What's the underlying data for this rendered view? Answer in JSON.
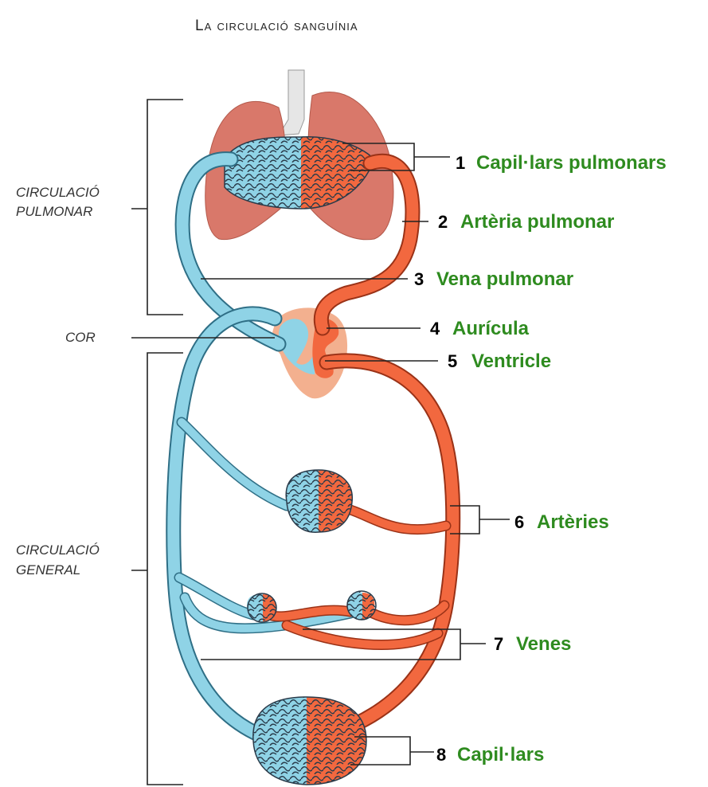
{
  "title": "La circulació sanguínia",
  "sections": {
    "pulmonary_line1": "CIRCULACIÓ",
    "pulmonary_line2": "PULMONAR",
    "heart": "COR",
    "general_line1": "CIRCULACIÓ",
    "general_line2": "GENERAL"
  },
  "labels": [
    {
      "num": "1",
      "text": "Capil·lars pulmonars"
    },
    {
      "num": "2",
      "text": "Artèria pulmonar"
    },
    {
      "num": "3",
      "text": "Vena pulmonar"
    },
    {
      "num": "4",
      "text": "Aurícula"
    },
    {
      "num": "5",
      "text": "Ventricle"
    },
    {
      "num": "6",
      "text": "Artèries"
    },
    {
      "num": "7",
      "text": "Venes"
    },
    {
      "num": "8",
      "text": "Capil·lars"
    }
  ],
  "colors": {
    "label_green": "#2e8b1f",
    "venous_blue": "#8fd3e6",
    "arterial_red": "#f2683f",
    "lung": "#d9786a",
    "heart": "#f3b08f"
  }
}
